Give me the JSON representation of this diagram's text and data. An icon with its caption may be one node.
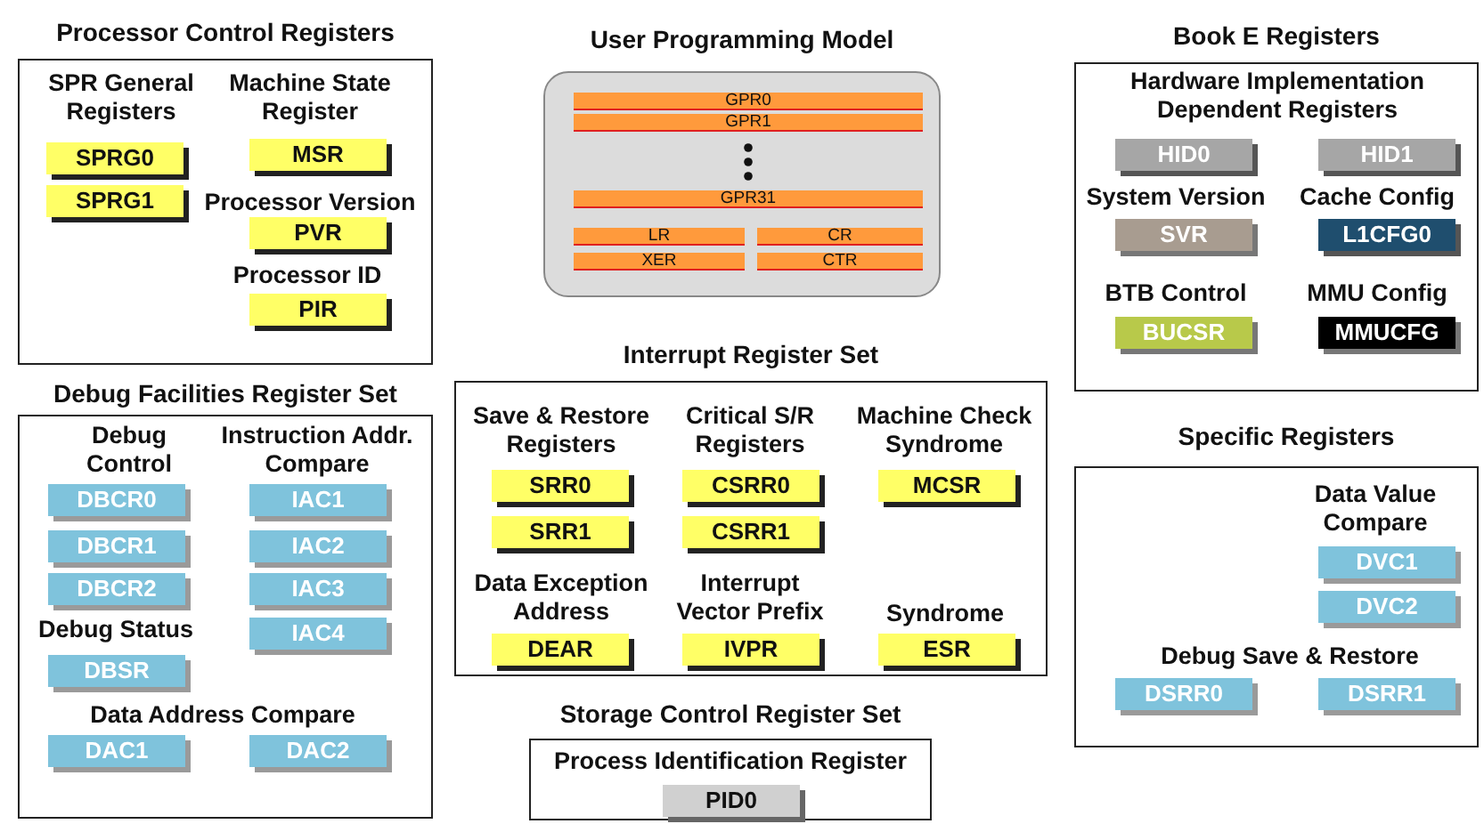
{
  "diagram": {
    "nodes": [
      {
        "text": [
          "Processor Control Registers",
          "SPR General Registers",
          "Machine State Register",
          "Processor Version",
          "Processor ID"
        ]
      },
      {
        "text": [
          "SPRG0"
        ],
        "in": 0
      },
      {
        "text": [
          "SPRG1"
        ],
        "in": 0
      },
      {
        "text": [
          "MSR"
        ],
        "in": 0
      },
      {
        "text": [
          "PVR"
        ],
        "in": 0
      },
      {
        "text": [
          "PIR"
        ],
        "in": 0
      },
      {
        "text": [
          "User Programming Model"
        ]
      },
      {
        "text": [
          "GPR0"
        ],
        "in": 6
      },
      {
        "text": [
          "GPR1"
        ],
        "in": 6
      },
      {
        "text": [
          "GPR31"
        ],
        "in": 6
      },
      {
        "text": [
          "LR"
        ],
        "in": 6
      },
      {
        "text": [
          "CR"
        ],
        "in": 6
      },
      {
        "text": [
          "XER"
        ],
        "in": 6
      },
      {
        "text": [
          "CTR"
        ],
        "in": 6
      },
      {
        "text": [
          "Book E Registers",
          "Hardware Implementation Dependent Registers",
          "System Version",
          "Cache Config",
          "BTB Control",
          "MMU Config"
        ]
      },
      {
        "text": [
          "HID0"
        ],
        "in": 14
      },
      {
        "text": [
          "HID1"
        ],
        "in": 14
      },
      {
        "text": [
          "SVR"
        ],
        "in": 14
      },
      {
        "text": [
          "L1CFG0"
        ],
        "in": 14
      },
      {
        "text": [
          "BUCSR"
        ],
        "in": 14
      },
      {
        "text": [
          "MMUCFG"
        ],
        "in": 14
      },
      {
        "text": [
          "Debug Facilities Register Set",
          "Debug Control",
          "Instruction Addr. Compare",
          "Debug Status",
          "Data Address Compare"
        ]
      },
      {
        "text": [
          "DBCR0"
        ],
        "in": 21
      },
      {
        "text": [
          "DBCR1"
        ],
        "in": 21
      },
      {
        "text": [
          "DBCR2"
        ],
        "in": 21
      },
      {
        "text": [
          "IAC1"
        ],
        "in": 21
      },
      {
        "text": [
          "IAC2"
        ],
        "in": 21
      },
      {
        "text": [
          "IAC3"
        ],
        "in": 21
      },
      {
        "text": [
          "IAC4"
        ],
        "in": 21
      },
      {
        "text": [
          "DBSR"
        ],
        "in": 21
      },
      {
        "text": [
          "DAC1"
        ],
        "in": 21
      },
      {
        "text": [
          "DAC2"
        ],
        "in": 21
      },
      {
        "text": [
          "Interrupt Register Set",
          "Save & Restore Registers",
          "Critical S/R Registers",
          "Machine Check Syndrome",
          "Data Exception Address",
          "Interrupt Vector Prefix",
          "Syndrome"
        ]
      },
      {
        "text": [
          "SRR0"
        ],
        "in": 32
      },
      {
        "text": [
          "SRR1"
        ],
        "in": 32
      },
      {
        "text": [
          "CSRR0"
        ],
        "in": 32
      },
      {
        "text": [
          "CSRR1"
        ],
        "in": 32
      },
      {
        "text": [
          "MCSR"
        ],
        "in": 32
      },
      {
        "text": [
          "DEAR"
        ],
        "in": 32
      },
      {
        "text": [
          "IVPR"
        ],
        "in": 32
      },
      {
        "text": [
          "ESR"
        ],
        "in": 32
      },
      {
        "text": [
          "Specific Registers",
          "Data Value Compare",
          "Debug Save & Restore"
        ]
      },
      {
        "text": [
          "DVC1"
        ],
        "in": 41
      },
      {
        "text": [
          "DVC2"
        ],
        "in": 41
      },
      {
        "text": [
          "DSRR0"
        ],
        "in": 41
      },
      {
        "text": [
          "DSRR1"
        ],
        "in": 41
      },
      {
        "text": [
          "Storage Control Register Set",
          "Process Identification Register"
        ]
      },
      {
        "text": [
          "PID0"
        ],
        "in": 46
      }
    ]
  }
}
